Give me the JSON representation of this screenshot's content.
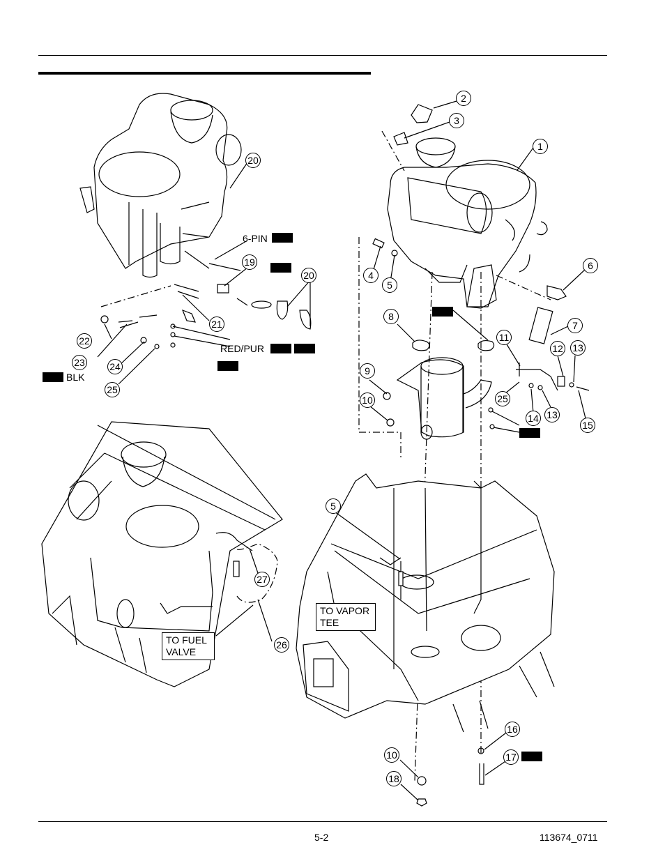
{
  "callouts": {
    "c1": "1",
    "c2": "2",
    "c3": "3",
    "c4": "4",
    "c5a": "5",
    "c5b": "5",
    "c6": "6",
    "c7": "7",
    "c8": "8",
    "c9": "9",
    "c10a": "10",
    "c10b": "10",
    "c11": "11",
    "c12": "12",
    "c13a": "13",
    "c13b": "13",
    "c14": "14",
    "c15": "15",
    "c16": "16",
    "c17": "17",
    "c18": "18",
    "c19": "19",
    "c20a": "20",
    "c20b": "20",
    "c21": "21",
    "c22": "22",
    "c23": "23",
    "c24": "24",
    "c25a": "25",
    "c25b": "25",
    "c26": "26",
    "c27": "27"
  },
  "labels": {
    "six_pin": "6-PIN",
    "red_pur": "RED/PUR",
    "blk": "BLK",
    "to_fuel_valve": "TO FUEL\nVALVE",
    "to_vapor_tee": "TO VAPOR\nTEE"
  },
  "footer": {
    "page_number": "5-2",
    "doc_code": "113674_0711"
  }
}
